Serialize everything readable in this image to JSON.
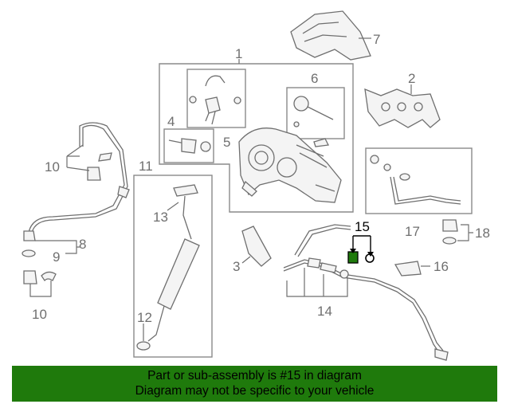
{
  "callouts": {
    "n1": "1",
    "n2": "2",
    "n3": "3",
    "n4": "4",
    "n5": "5",
    "n6": "6",
    "n7": "7",
    "n8": "8",
    "n9": "9",
    "n10a": "10",
    "n10b": "10",
    "n11": "11",
    "n12": "12",
    "n13": "13",
    "n14": "14",
    "n15": "15",
    "n16": "16",
    "n17": "17",
    "n18": "18"
  },
  "highlight": {
    "part_number": "15",
    "color": "#1f7a0c"
  },
  "banner": {
    "line1": "Part or sub-assembly is #15 in diagram",
    "line2": "Diagram may not be specific to your vehicle",
    "background": "#1f7a0c"
  }
}
